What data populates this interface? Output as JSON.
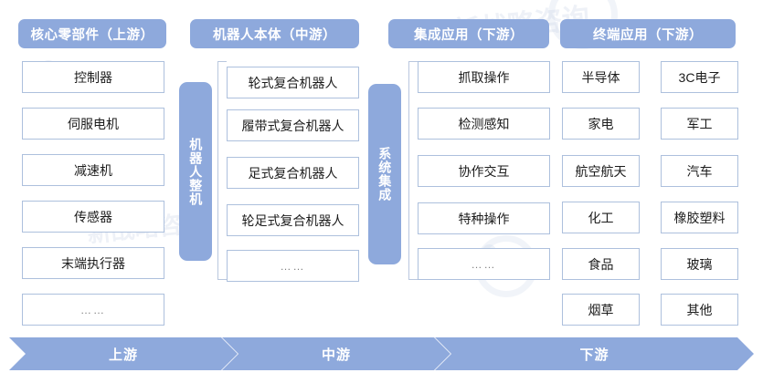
{
  "diagram": {
    "title_watermarks": [
      "新战略咨询",
      "新战略咨询"
    ],
    "colors": {
      "header_blue": "#8ea9dc",
      "bar_blue": "#8ea9dc",
      "box_border": "#adc0dd",
      "box_fill": "#ffffff",
      "text_dark": "#1c1c1c",
      "text_white": "#ffffff",
      "bracket": "#b9c7de"
    },
    "columns": [
      {
        "id": "upstream-core-components",
        "header": "核心零部件（上游）",
        "items": [
          "控制器",
          "伺服电机",
          "减速机",
          "传感器",
          "末端执行器",
          "……"
        ]
      },
      {
        "id": "midstream-robot-body",
        "header": "机器人本体（中游）",
        "vertical_bar": "机器人整机",
        "items": [
          "轮式复合机器人",
          "履带式复合机器人",
          "足式复合机器人",
          "轮足式复合机器人",
          "……"
        ]
      },
      {
        "id": "downstream-integrated-application",
        "header": "集成应用（下游）",
        "vertical_bar": "系统集成",
        "items": [
          "抓取操作",
          "检测感知",
          "协作交互",
          "特种操作",
          "……"
        ]
      },
      {
        "id": "downstream-terminal-application",
        "header": "终端应用（下游）",
        "items_left": [
          "半导体",
          "家电",
          "航空航天",
          "化工",
          "食品",
          "烟草"
        ],
        "items_right": [
          "3C电子",
          "军工",
          "汽车",
          "橡胶塑料",
          "玻璃",
          "其他"
        ]
      }
    ],
    "flow_bar": [
      {
        "id": "flow-upstream",
        "label": "上游"
      },
      {
        "id": "flow-midstream",
        "label": "中游"
      },
      {
        "id": "flow-downstream",
        "label": "下游"
      }
    ]
  }
}
